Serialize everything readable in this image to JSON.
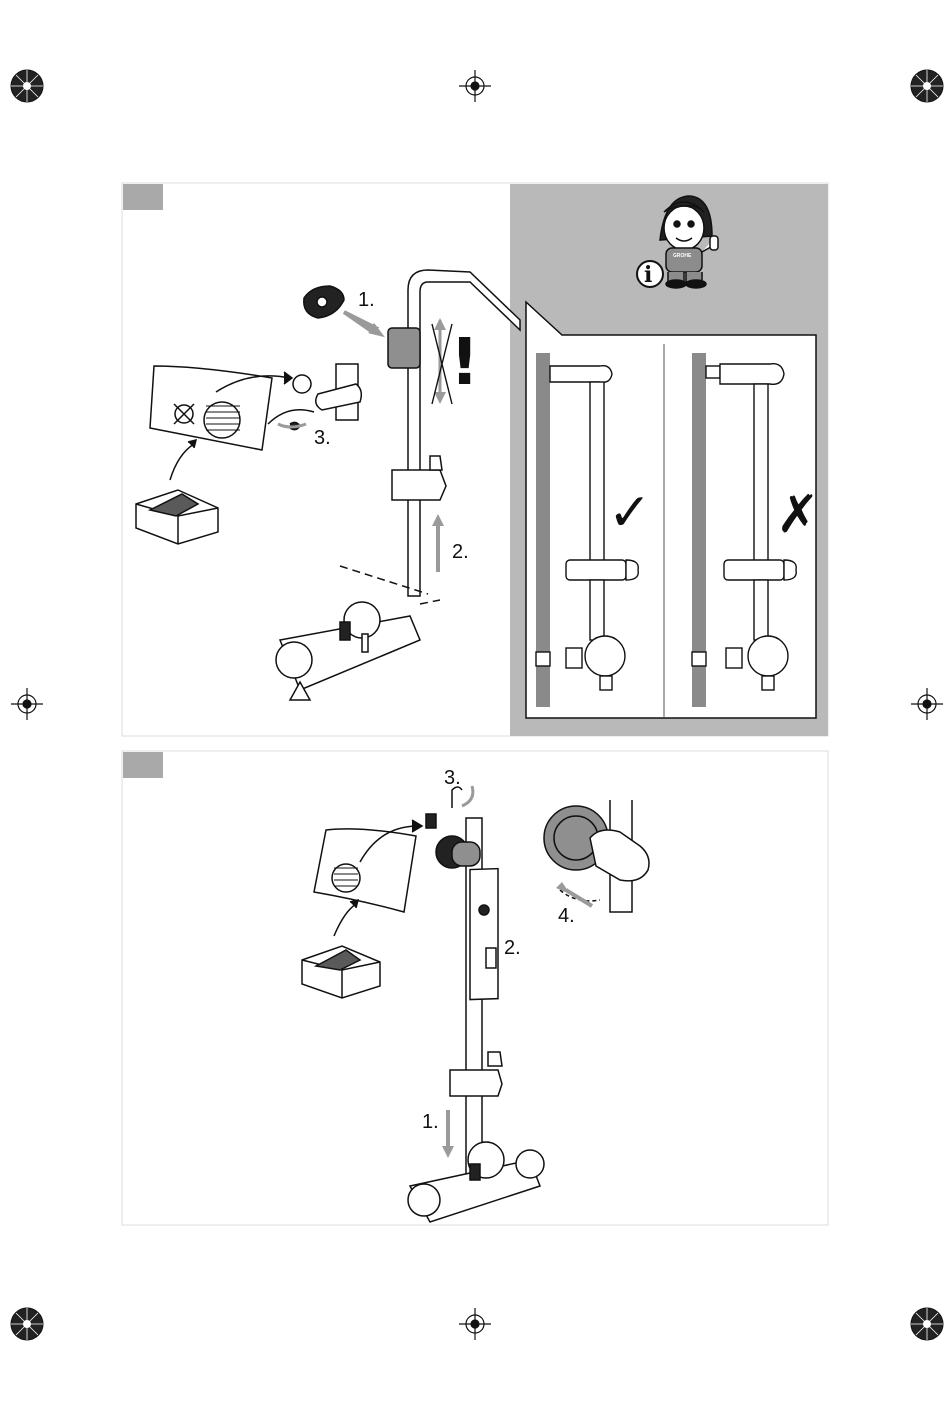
{
  "panel_top": {
    "steps": [
      "1.",
      "2.",
      "3."
    ],
    "info_panel": {
      "mascot_logo": "GROHE",
      "info_symbol": "i",
      "correct_mark": "✓",
      "wrong_mark": "✗",
      "warning_mark": "!"
    }
  },
  "panel_bottom": {
    "steps": [
      "1.",
      "2.",
      "3.",
      "4."
    ]
  },
  "colors": {
    "panel_header": "#a9a9a9",
    "info_background": "#b9b9b9",
    "wall_bar": "#8a8a8a",
    "arrow": "#9a9a9a",
    "ink": "#111111"
  }
}
